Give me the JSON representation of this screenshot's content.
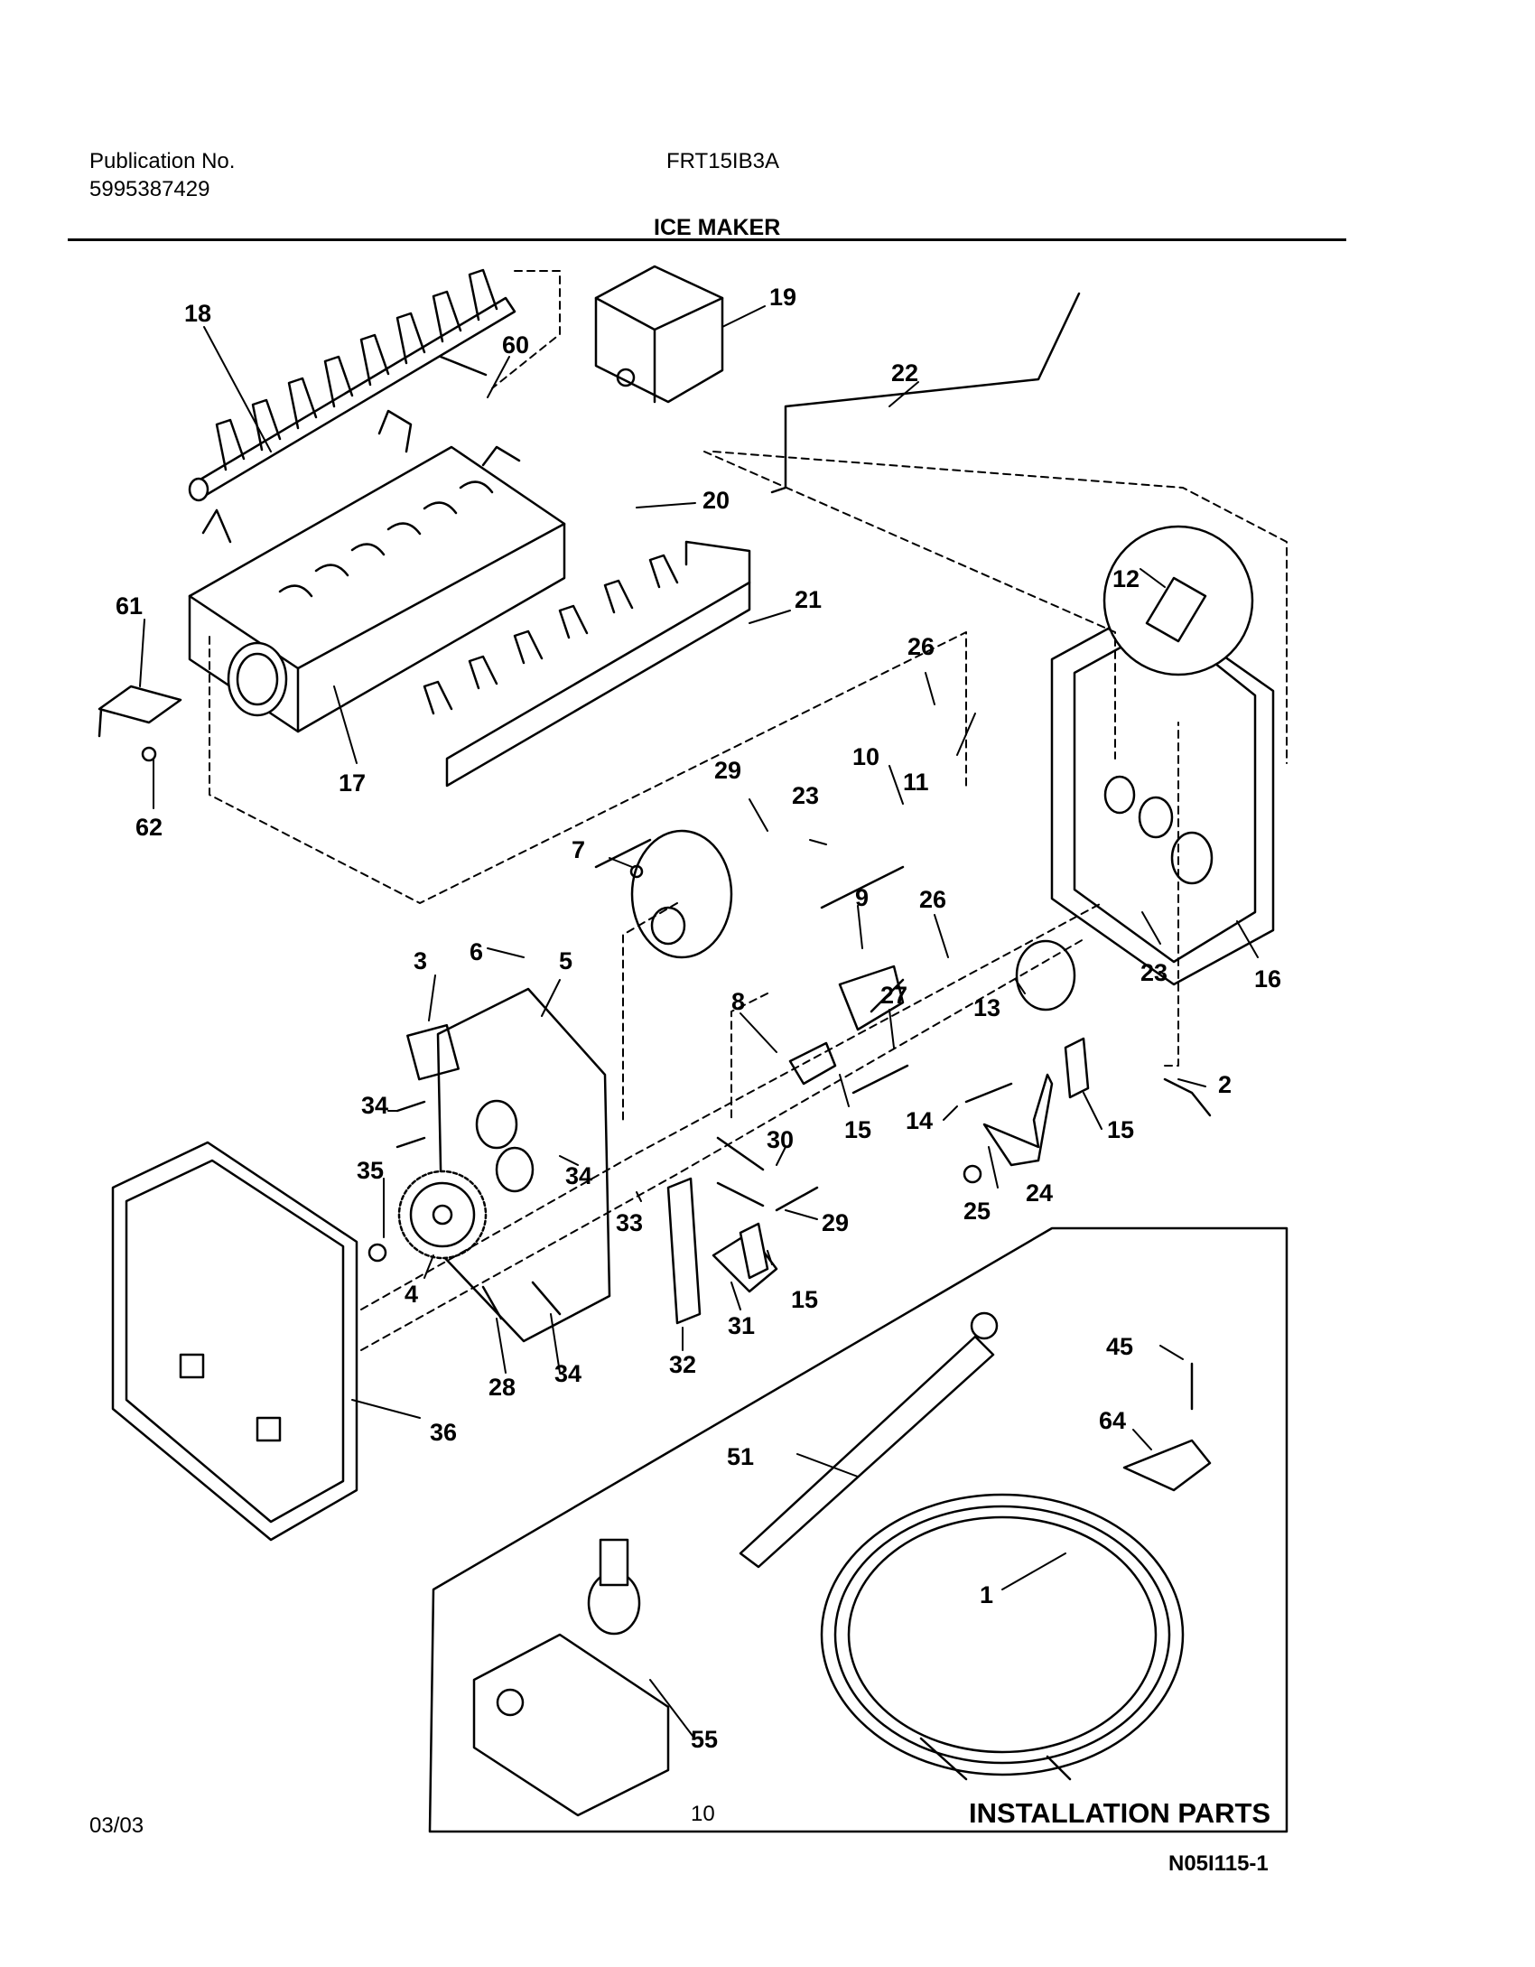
{
  "header": {
    "publication_label": "Publication No.",
    "publication_number": "5995387429",
    "model": "FRT15IB3A",
    "section_title": "ICE MAKER"
  },
  "footer": {
    "date": "03/03",
    "page_number": "10",
    "diagram_code": "N05I115-1"
  },
  "installation_label": "INSTALLATION PARTS",
  "part_callouts": {
    "p18": "18",
    "p60": "60",
    "p19": "19",
    "p22": "22",
    "p20": "20",
    "p21": "21",
    "p61": "61",
    "p17": "17",
    "p62": "62",
    "p12": "12",
    "p26a": "26",
    "p11": "11",
    "p10": "10",
    "p29a": "29",
    "p23a": "23",
    "p7": "7",
    "p9": "9",
    "p26b": "26",
    "p13": "13",
    "p23b": "23",
    "p16": "16",
    "p3": "3",
    "p6": "6",
    "p5": "5",
    "p8": "8",
    "p27": "27",
    "p15a": "15",
    "p15b": "15",
    "p2": "2",
    "p14": "14",
    "p34a": "34",
    "p30": "30",
    "p34b": "34",
    "p35": "35",
    "p33": "33",
    "p29b": "29",
    "p25": "25",
    "p24": "24",
    "p4": "4",
    "p15c": "15",
    "p31": "31",
    "p28": "28",
    "p34c": "34",
    "p32": "32",
    "p36": "36",
    "p45": "45",
    "p64": "64",
    "p51": "51",
    "p1": "1",
    "p55": "55"
  }
}
